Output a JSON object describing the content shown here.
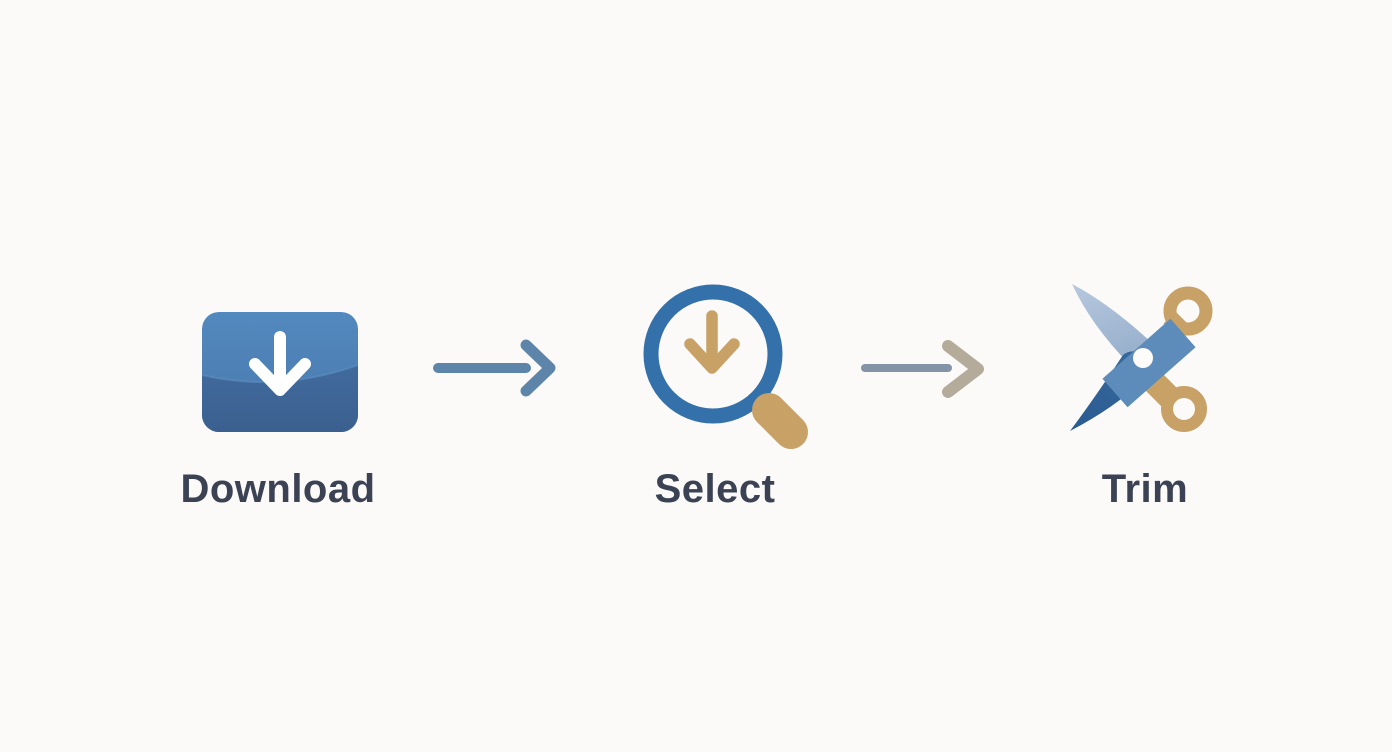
{
  "page": {
    "type": "process-flow-diagram",
    "background_color": "#fbfaf8",
    "label_color": "#3b4254"
  },
  "steps": [
    {
      "label": "Download",
      "icon": "download-button-icon",
      "icon_colors": {
        "button_top": "#4e82b7",
        "button_bottom": "#3f689c",
        "arrow": "#ffffff"
      }
    },
    {
      "label": "Select",
      "icon": "magnifier-down-arrow-icon",
      "icon_colors": {
        "ring": "#3470aa",
        "inner_arrow": "#c8a166",
        "handle": "#c8a166"
      }
    },
    {
      "label": "Trim",
      "icon": "scissors-icon",
      "icon_colors": {
        "blade_light": "#a8bdd6",
        "blade_dark": "#2f649d",
        "pivot": "#5d8cba",
        "pivot_hole": "#fdfcfa",
        "handles": "#c8a166"
      }
    }
  ],
  "connectors": [
    {
      "type": "arrow-right",
      "shaft_color": "#5d85a9",
      "head_color": "#5d85a9"
    },
    {
      "type": "arrow-right",
      "shaft_color": "#8294a5",
      "head_color": "#b5ab9a"
    }
  ]
}
